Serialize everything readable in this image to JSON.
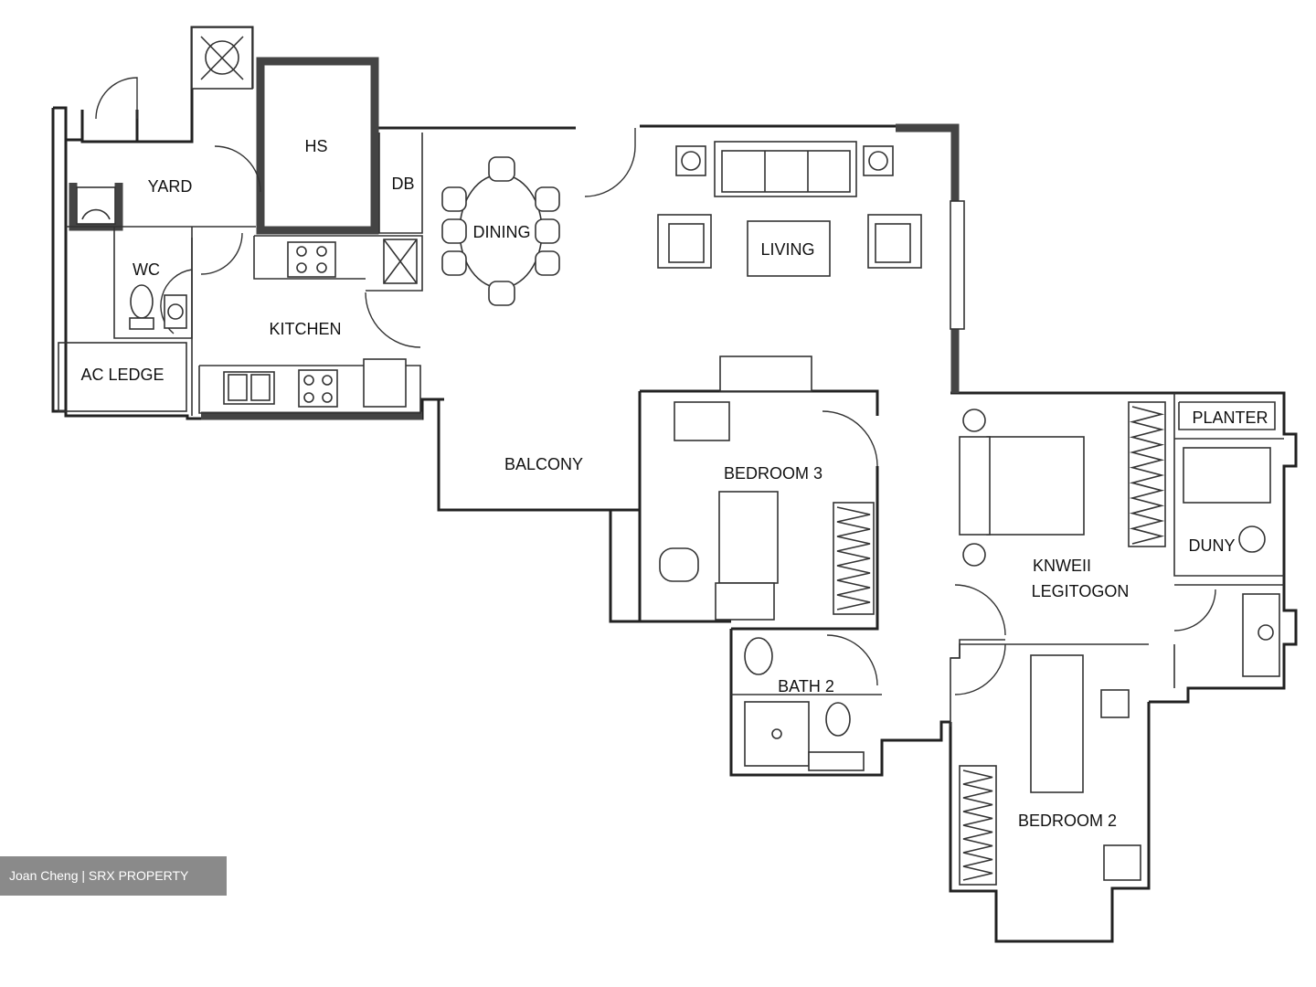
{
  "rooms": {
    "hs": "HS",
    "yard": "YARD",
    "db": "DB",
    "dining": "DINING",
    "living": "LIVING",
    "wc": "WC",
    "kitchen": "KITCHEN",
    "ac_ledge": "AC LEDGE",
    "balcony": "BALCONY",
    "bedroom3": "BEDROOM 3",
    "planter": "PLANTER",
    "bath_master": "DUNY",
    "master_line1": "KNWEII",
    "master_line2": "LEGITOGON",
    "bath2": "BATH 2",
    "bedroom2": "BEDROOM 2"
  },
  "watermark": "Joan Cheng | SRX PROPERTY"
}
